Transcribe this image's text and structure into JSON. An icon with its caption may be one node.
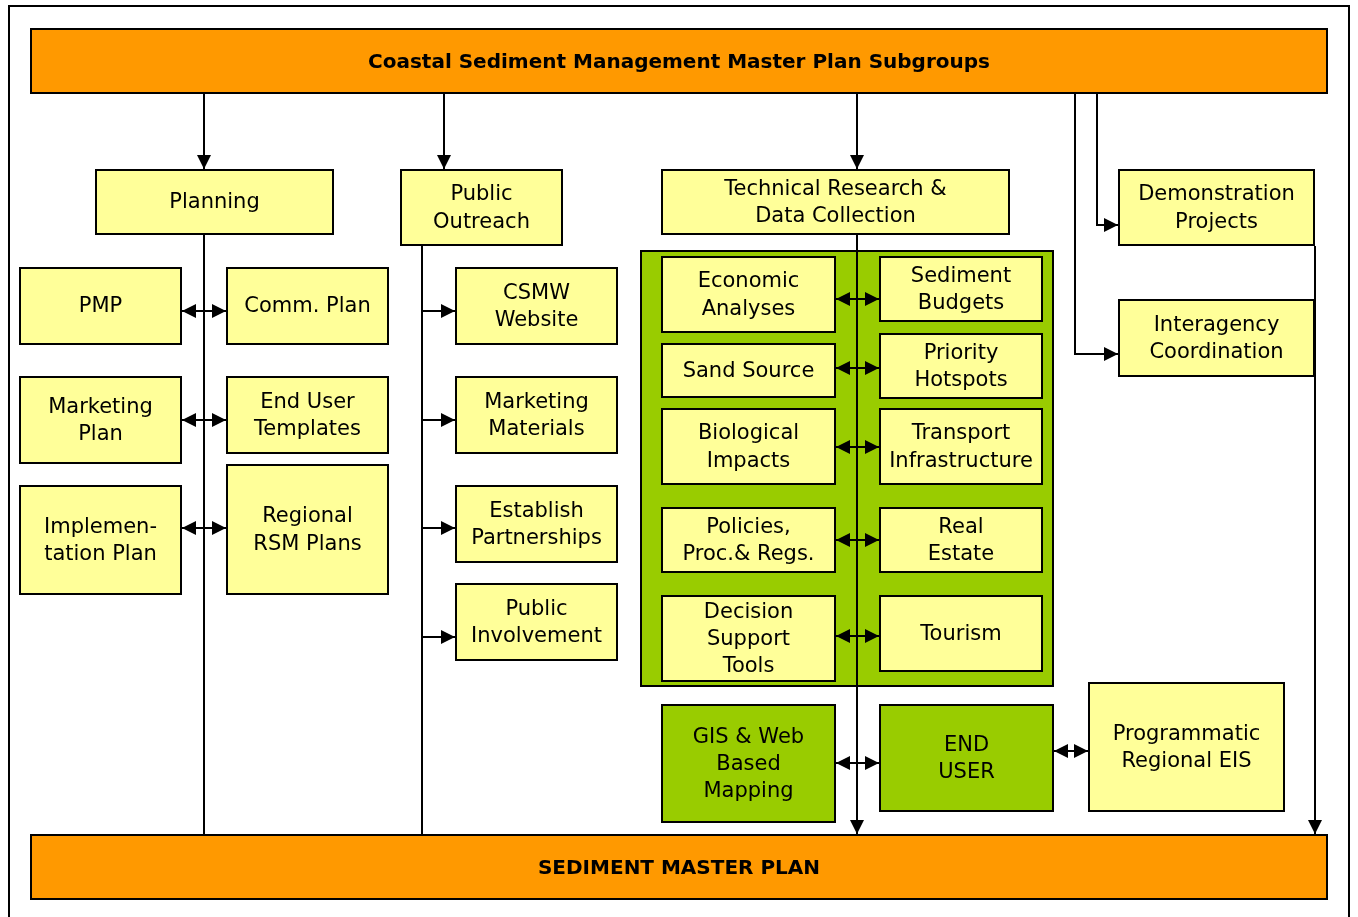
{
  "diagram": {
    "nodes": [
      {
        "text": [
          "Coastal Sediment Management Master Plan Subgroups"
        ]
      },
      {
        "text": [
          "Planning"
        ]
      },
      {
        "text": [
          "Public Outreach"
        ]
      },
      {
        "text": [
          "Technical Research & Data Collection"
        ]
      },
      {
        "text": [
          "Demonstration Projects"
        ]
      },
      {
        "text": [
          "Interagency Coordination"
        ]
      },
      {
        "text": [
          "PMP"
        ]
      },
      {
        "text": [
          "Comm. Plan"
        ]
      },
      {
        "text": [
          "Marketing Plan"
        ]
      },
      {
        "text": [
          "End User Templates"
        ]
      },
      {
        "text": [
          "Implemen- tation Plan"
        ]
      },
      {
        "text": [
          "Regional RSM Plans"
        ]
      },
      {
        "text": [
          "CSMW Website"
        ]
      },
      {
        "text": [
          "Marketing Materials"
        ]
      },
      {
        "text": [
          "Establish Partnerships"
        ]
      },
      {
        "text": [
          "Public Involvement"
        ]
      },
      {
        "text": [],
        "shape": "box"
      },
      {
        "text": [
          "Economic Analyses"
        ],
        "in": 16
      },
      {
        "text": [
          "Sediment Budgets"
        ],
        "in": 16
      },
      {
        "text": [
          "Sand Source"
        ],
        "in": 16
      },
      {
        "text": [
          "Priority Hotspots"
        ],
        "in": 16
      },
      {
        "text": [
          "Biological Impacts"
        ],
        "in": 16
      },
      {
        "text": [
          "Transport Infrastructure"
        ],
        "in": 16
      },
      {
        "text": [
          "Policies, Proc.& Regs."
        ],
        "in": 16
      },
      {
        "text": [
          "Real Estate"
        ],
        "in": 16
      },
      {
        "text": [
          "Decision Support Tools"
        ],
        "in": 16
      },
      {
        "text": [
          "Tourism"
        ],
        "in": 16
      },
      {
        "text": [
          "GIS & Web Based Mapping"
        ]
      },
      {
        "text": [
          "END USER"
        ]
      },
      {
        "text": [
          "Programmatic Regional EIS"
        ]
      },
      {
        "text": [
          "SEDIMENT MASTER PLAN"
        ]
      }
    ],
    "edges": [
      {
        "from": 0,
        "to": 1,
        "arrow": "to"
      },
      {
        "from": 0,
        "to": 2,
        "arrow": "to"
      },
      {
        "from": 0,
        "to": 3,
        "arrow": "to"
      },
      {
        "from": 0,
        "to": 4,
        "arrow": "to"
      },
      {
        "from": 0,
        "to": 5,
        "arrow": "to"
      },
      {
        "from": 1,
        "to": 30,
        "arrow": "none"
      },
      {
        "from": 6,
        "to": 7,
        "arrow": "both"
      },
      {
        "from": 8,
        "to": 9,
        "arrow": "both"
      },
      {
        "from": 10,
        "to": 11,
        "arrow": "both"
      },
      {
        "from": 2,
        "to": 30,
        "arrow": "none"
      },
      {
        "from": 2,
        "to": 12,
        "arrow": "to"
      },
      {
        "from": 2,
        "to": 13,
        "arrow": "to"
      },
      {
        "from": 2,
        "to": 14,
        "arrow": "to"
      },
      {
        "from": 2,
        "to": 15,
        "arrow": "to"
      },
      {
        "from": 3,
        "to": 30,
        "arrow": "to"
      },
      {
        "from": 17,
        "to": 18,
        "arrow": "both"
      },
      {
        "from": 19,
        "to": 20,
        "arrow": "both"
      },
      {
        "from": 21,
        "to": 22,
        "arrow": "both"
      },
      {
        "from": 23,
        "to": 24,
        "arrow": "both"
      },
      {
        "from": 25,
        "to": 26,
        "arrow": "both"
      },
      {
        "from": 27,
        "to": 28,
        "arrow": "both"
      },
      {
        "from": 28,
        "to": 29,
        "arrow": "both"
      },
      {
        "from": 4,
        "to": 30,
        "arrow": "to"
      }
    ]
  }
}
